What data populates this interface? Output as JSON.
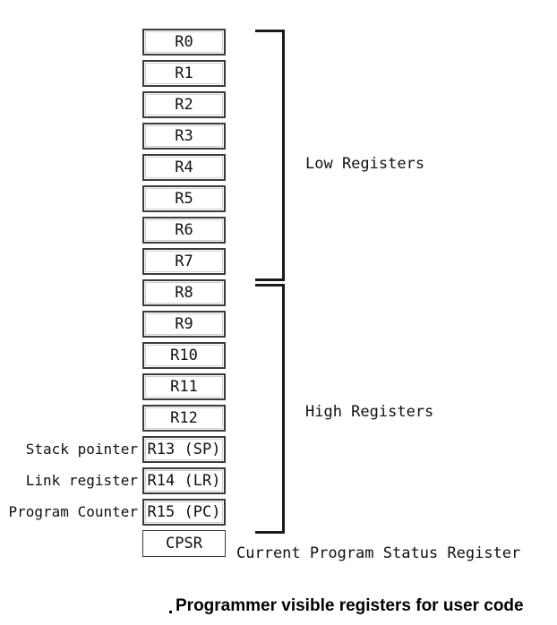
{
  "figure": {
    "caption": "Programmer visible registers for user code",
    "caption_marker": "."
  },
  "registers": [
    {
      "name": "R0",
      "left_label": "",
      "border": "double"
    },
    {
      "name": "R1",
      "left_label": "",
      "border": "double"
    },
    {
      "name": "R2",
      "left_label": "",
      "border": "double"
    },
    {
      "name": "R3",
      "left_label": "",
      "border": "double"
    },
    {
      "name": "R4",
      "left_label": "",
      "border": "double"
    },
    {
      "name": "R5",
      "left_label": "",
      "border": "double"
    },
    {
      "name": "R6",
      "left_label": "",
      "border": "double"
    },
    {
      "name": "R7",
      "left_label": "",
      "border": "double"
    },
    {
      "name": "R8",
      "left_label": "",
      "border": "double"
    },
    {
      "name": "R9",
      "left_label": "",
      "border": "double"
    },
    {
      "name": "R10",
      "left_label": "",
      "border": "double"
    },
    {
      "name": "R11",
      "left_label": "",
      "border": "double"
    },
    {
      "name": "R12",
      "left_label": "",
      "border": "double"
    },
    {
      "name": "R13 (SP)",
      "left_label": "Stack pointer",
      "border": "double"
    },
    {
      "name": "R14 (LR)",
      "left_label": "Link register",
      "border": "double"
    },
    {
      "name": "R15 (PC)",
      "left_label": "Program Counter",
      "border": "double"
    },
    {
      "name": "CPSR",
      "left_label": "",
      "border": "thin"
    }
  ],
  "groups": [
    {
      "label": "Low Registers",
      "first": 0,
      "last": 7
    },
    {
      "label": "High Registers",
      "first": 8,
      "last": 15
    }
  ],
  "annotations": {
    "cpsr_expansion": "Current Program Status Register"
  },
  "colors": {
    "background": "#ffffff",
    "box_border": "#3b3b3b",
    "box_inner": "#cfcfcf",
    "bracket": "#1a1a1a",
    "text": "#111111"
  }
}
